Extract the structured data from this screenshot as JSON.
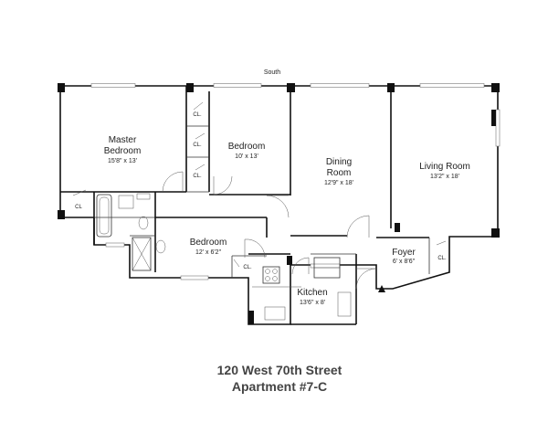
{
  "orientation": "South",
  "rooms": [
    {
      "name": "Master",
      "name2": "Bedroom",
      "size": "15'8\" x 13'"
    },
    {
      "name": "Bedroom",
      "size": "10' x 13'"
    },
    {
      "name": "Dining",
      "name2": "Room",
      "size": "12'9\" x 18'"
    },
    {
      "name": "Living Room",
      "size": "13'2\" x 18'"
    },
    {
      "name": "Bedroom",
      "size": "12' x 6'2\""
    },
    {
      "name": "Foyer",
      "size": "6' x 8'6\""
    },
    {
      "name": "Kitchen",
      "size": "13'6\" x 8'"
    }
  ],
  "closet_label": "CL.",
  "closet_label_alt": "CL",
  "footer": {
    "address": "120 West 70th Street",
    "unit": "Apartment #7-C"
  }
}
